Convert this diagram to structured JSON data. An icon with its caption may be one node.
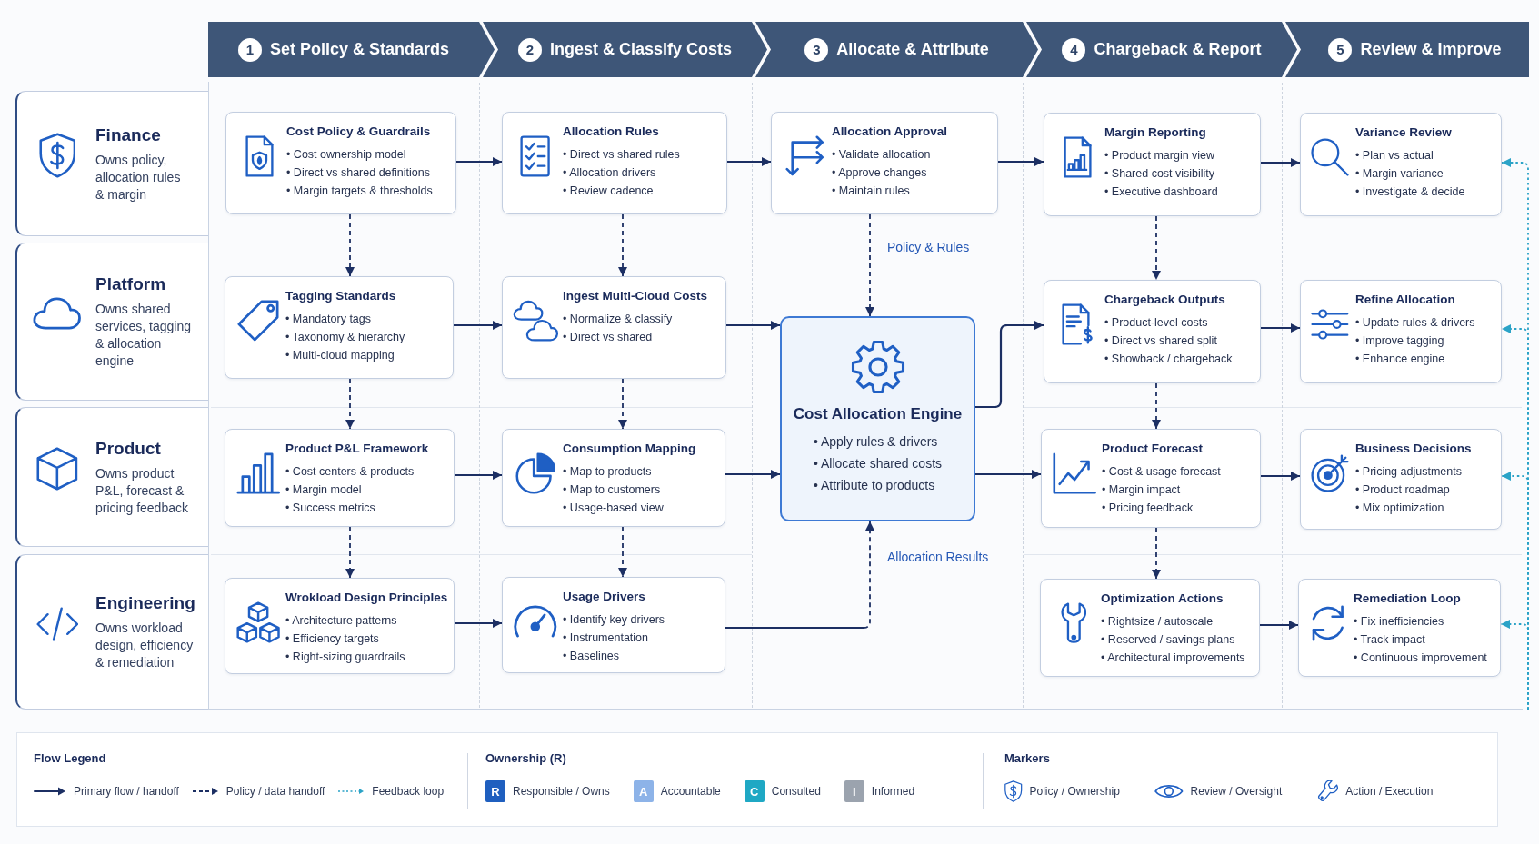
{
  "diagram": {
    "nodes": [
      {
        "text": [
          "1",
          "Set Policy & Standards"
        ]
      },
      {
        "text": [
          "2",
          "Ingest & Classify Costs"
        ]
      },
      {
        "text": [
          "3",
          "Allocate & Attribute"
        ]
      },
      {
        "text": [
          "4",
          "Chargeback & Report"
        ]
      },
      {
        "text": [
          "5",
          "Review & Improve"
        ]
      },
      {
        "text": [
          "Finance",
          "Owns policy, allocation rules & margin"
        ]
      },
      {
        "text": [
          "Cost Policy & Guardrails",
          "• Cost ownership model",
          "• Direct vs shared definitions",
          "• Margin targets & thresholds"
        ]
      },
      {
        "text": [
          "Allocation Rules",
          "• Direct vs shared rules",
          "• Allocation drivers",
          "• Review cadence"
        ]
      },
      {
        "text": [
          "Allocation Approval",
          "• Validate allocation",
          "• Approve changes",
          "• Maintain rules"
        ]
      },
      {
        "text": [
          "Margin Reporting",
          "• Product margin view",
          "• Shared cost visibility",
          "• Executive dashboard"
        ]
      },
      {
        "text": [
          "Variance Review",
          "• Plan vs actual",
          "• Margin variance",
          "• Investigate & decide"
        ]
      },
      {
        "text": [
          "Platform",
          "Owns shared services, tagging & allocation engine"
        ]
      },
      {
        "text": [
          "Tagging Standards",
          "• Mandatory tags",
          "• Taxonomy & hierarchy",
          "• Multi-cloud mapping"
        ]
      },
      {
        "text": [
          "Ingest Multi-Cloud Costs",
          "• Normalize & classify",
          "• Direct vs shared"
        ]
      },
      {
        "text": [
          "Cost Allocation Engine",
          "• Apply rules & drivers",
          "• Allocate shared costs",
          "• Attribute to products"
        ]
      },
      {
        "text": [
          "Chargeback Outputs",
          "• Product-level costs",
          "• Direct vs shared split",
          "• Showback / chargeback"
        ]
      },
      {
        "text": [
          "Refine Allocation",
          "• Update rules & drivers",
          "• Improve tagging",
          "• Enhance engine"
        ]
      },
      {
        "text": [
          "Product",
          "Owns product P&L, forecast & pricing feedback"
        ]
      },
      {
        "text": [
          "Product P&L Framework",
          "• Cost centers & products",
          "• Margin model",
          "• Success metrics"
        ]
      },
      {
        "text": [
          "Consumption Mapping",
          "• Map to products",
          "• Map to customers",
          "• Usage-based view"
        ]
      },
      {
        "text": [
          "Product Forecast",
          "• Cost & usage forecast",
          "• Margin impact",
          "• Pricing feedback"
        ]
      },
      {
        "text": [
          "Business Decisions",
          "• Pricing adjustments",
          "• Product roadmap",
          "• Mix optimization"
        ]
      },
      {
        "text": [
          "Engineering",
          "Owns workload design, efficiency & remediation"
        ]
      },
      {
        "text": [
          "Wrokload Design Principles",
          "• Architecture patterns",
          "• Efficiency targets",
          "• Right-sizing guardrails"
        ]
      },
      {
        "text": [
          "Usage Drivers",
          "• Identify key drivers",
          "• Instrumentation",
          "• Baselines"
        ]
      },
      {
        "text": [
          "Optimization Actions",
          "• Rightsize / autoscale",
          "• Reserved / savings plans",
          "• Architectural improvements"
        ]
      },
      {
        "text": [
          "Remediation Loop",
          "• Fix inefficiencies",
          "• Track impact",
          "• Continuous improvement"
        ]
      }
    ],
    "edges": [
      {
        "from": 6,
        "to": 7,
        "arrow": "to"
      },
      {
        "from": 7,
        "to": 8,
        "arrow": "to"
      },
      {
        "from": 8,
        "to": 9,
        "arrow": "to"
      },
      {
        "from": 9,
        "to": 10,
        "arrow": "to"
      },
      {
        "from": 12,
        "to": 13,
        "arrow": "to"
      },
      {
        "from": 13,
        "to": 14,
        "arrow": "to"
      },
      {
        "from": 14,
        "to": 15,
        "arrow": "to"
      },
      {
        "from": 15,
        "to": 16,
        "arrow": "to"
      },
      {
        "from": 18,
        "to": 19,
        "arrow": "to"
      },
      {
        "from": 19,
        "to": 14,
        "arrow": "to"
      },
      {
        "from": 14,
        "to": 20,
        "arrow": "to"
      },
      {
        "from": 20,
        "to": 21,
        "arrow": "to"
      },
      {
        "from": 23,
        "to": 24,
        "arrow": "to"
      },
      {
        "from": 24,
        "to": 14,
        "arrow": "to",
        "label": "Allocation Results",
        "style": "dashed"
      },
      {
        "from": 25,
        "to": 26,
        "arrow": "to"
      },
      {
        "from": 6,
        "to": 12,
        "arrow": "to",
        "style": "dashed"
      },
      {
        "from": 12,
        "to": 18,
        "arrow": "to",
        "style": "dashed"
      },
      {
        "from": 18,
        "to": 23,
        "arrow": "to",
        "style": "dashed"
      },
      {
        "from": 7,
        "to": 13,
        "arrow": "to",
        "style": "dashed"
      },
      {
        "from": 13,
        "to": 19,
        "arrow": "to",
        "style": "dashed"
      },
      {
        "from": 19,
        "to": 24,
        "arrow": "to",
        "style": "dashed"
      },
      {
        "from": 8,
        "to": 14,
        "arrow": "to",
        "label": "Policy & Rules",
        "style": "dashed"
      },
      {
        "from": 9,
        "to": 15,
        "arrow": "to",
        "style": "dashed"
      },
      {
        "from": 15,
        "to": 20,
        "arrow": "to",
        "style": "dashed"
      },
      {
        "from": 20,
        "to": 25,
        "arrow": "to",
        "style": "dashed"
      },
      {
        "from": null,
        "to": 10,
        "arrow": "to",
        "style": "dashed",
        "color": "#2ba3c7"
      },
      {
        "from": null,
        "to": 16,
        "arrow": "to",
        "style": "dashed",
        "color": "#2ba3c7"
      },
      {
        "from": null,
        "to": 21,
        "arrow": "to",
        "style": "dashed",
        "color": "#2ba3c7"
      },
      {
        "from": null,
        "to": 26,
        "arrow": "to",
        "style": "dashed",
        "color": "#2ba3c7"
      }
    ],
    "labels": [
      "Flow Legend",
      "Ownership (R)",
      "R",
      "A",
      "C",
      "I",
      "Markers"
    ],
    "legend": [
      {
        "text": "Primary flow / handoff"
      },
      {
        "text": "Policy / data handoff"
      },
      {
        "text": "Feedback loop"
      },
      {
        "text": "Responsible / Owns",
        "color": "#1f5fbf"
      },
      {
        "text": "Accountable",
        "color": "#8db3e8"
      },
      {
        "text": "Consulted",
        "color": "#1fa8c4"
      },
      {
        "text": "Informed",
        "color": "#9ba3ae"
      },
      {
        "text": "Policy / Ownership"
      },
      {
        "text": "Review / Oversight"
      },
      {
        "text": "Action / Execution"
      }
    ]
  }
}
